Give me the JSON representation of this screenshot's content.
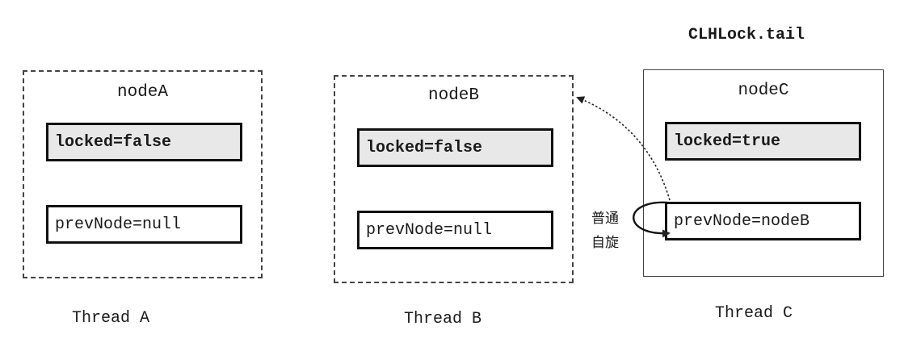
{
  "tail_label": "CLHLock.tail",
  "nodes": [
    {
      "title": "nodeA",
      "locked": "locked=false",
      "prev": "prevNode=null",
      "thread": "Thread A"
    },
    {
      "title": "nodeB",
      "locked": "locked=false",
      "prev": "prevNode=null",
      "thread": "Thread B"
    },
    {
      "title": "nodeC",
      "locked": "locked=true",
      "prev": "prevNode=nodeB",
      "thread": "Thread C"
    }
  ],
  "spin_label": {
    "line1": "普通",
    "line2": "自旋"
  }
}
